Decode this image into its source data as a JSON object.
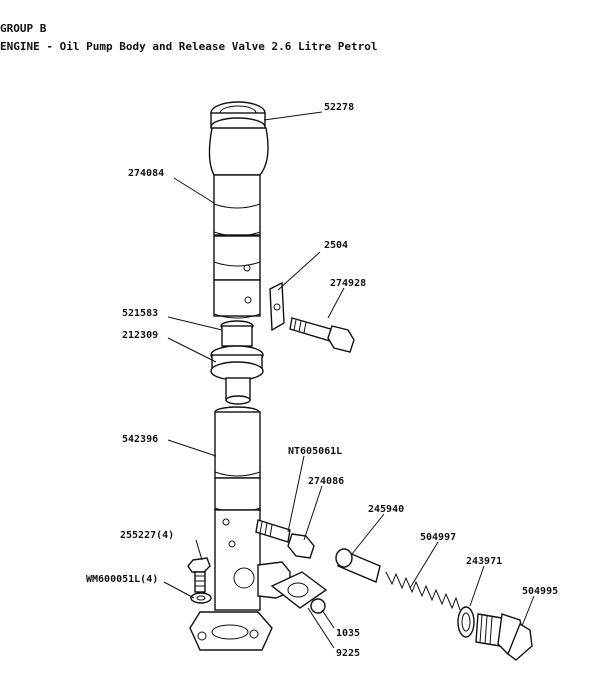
{
  "header": {
    "group": "GROUP B",
    "title": "ENGINE - Oil Pump Body and Release Valve 2.6 Litre Petrol"
  },
  "parts": {
    "p52278": "52278",
    "p274084": "274084",
    "p2504": "2504",
    "p274928": "274928",
    "p521583": "521583",
    "p212309": "212309",
    "p542396": "542396",
    "pNT605061L": "NT605061L",
    "p274086": "274086",
    "p245940": "245940",
    "p504997": "504997",
    "p255227": "255227(4)",
    "p243971": "243971",
    "pWM600051L": "WM600051L(4)",
    "p504995": "504995",
    "p1035": "1035",
    "p9225": "9225"
  }
}
